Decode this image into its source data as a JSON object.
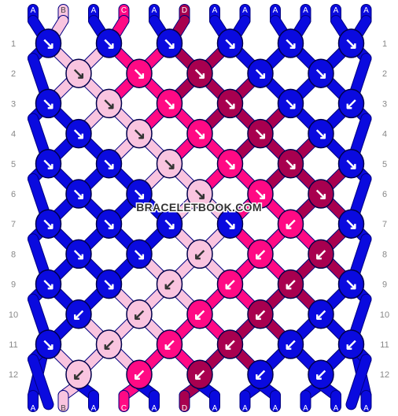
{
  "watermark": "BRACELETBOOK.COM",
  "pattern": {
    "rows": 12,
    "strings": 12,
    "top_labels": [
      "A",
      "B",
      "A",
      "C",
      "A",
      "D",
      "A",
      "A",
      "A",
      "A",
      "A",
      "A"
    ],
    "bottom_labels": [
      "A",
      "B",
      "A",
      "C",
      "A",
      "D",
      "A",
      "A",
      "A",
      "A",
      "A",
      "A"
    ],
    "row_numbers": [
      "1",
      "2",
      "3",
      "4",
      "5",
      "6",
      "7",
      "8",
      "9",
      "10",
      "11",
      "12"
    ],
    "colors": {
      "A": "#0a0adf",
      "B": "#f9c4df",
      "C": "#ff0a84",
      "D": "#a8004f"
    },
    "knots": [
      [
        "A",
        "A",
        "A",
        "A",
        "A",
        "A"
      ],
      [
        "B",
        "C",
        "D",
        "A",
        "A"
      ],
      [
        "A",
        "B",
        "C",
        "D",
        "A",
        "A"
      ],
      [
        "A",
        "B",
        "C",
        "D",
        "A"
      ],
      [
        "A",
        "A",
        "B",
        "C",
        "D",
        "A"
      ],
      [
        "A",
        "A",
        "B",
        "C",
        "D"
      ],
      [
        "A",
        "A",
        "A",
        "A",
        "C",
        "A"
      ],
      [
        "A",
        "A",
        "B",
        "C",
        "D"
      ],
      [
        "A",
        "A",
        "B",
        "C",
        "D",
        "A"
      ],
      [
        "A",
        "B",
        "C",
        "D",
        "A"
      ],
      [
        "A",
        "B",
        "C",
        "D",
        "A",
        "A"
      ],
      [
        "B",
        "C",
        "D",
        "A",
        "A"
      ]
    ],
    "arrows": [
      [
        "↘",
        "↘",
        "↘",
        "↘",
        "↘",
        "↘"
      ],
      [
        "↘",
        "↘",
        "↘",
        "↘",
        "↘"
      ],
      [
        "↘",
        "↘",
        "↘",
        "↘",
        "↘",
        "↙"
      ],
      [
        "↘",
        "↘",
        "↘",
        "↘",
        "↘"
      ],
      [
        "↘",
        "↘",
        "↘",
        "↘",
        "↘",
        "↘"
      ],
      [
        "↘",
        "↘",
        "↘",
        "↘",
        "↘"
      ],
      [
        "↘",
        "↘",
        "↘",
        "↘",
        "↙",
        "↘"
      ],
      [
        "↘",
        "↘",
        "↙",
        "↙",
        "↙"
      ],
      [
        "↘",
        "↘",
        "↙",
        "↙",
        "↙",
        "↘"
      ],
      [
        "↙",
        "↙",
        "↙",
        "↙",
        "↙"
      ],
      [
        "↘",
        "↙",
        "↙",
        "↙",
        "↙",
        "↙"
      ],
      [
        "↙",
        "↙",
        "↙",
        "↙",
        "↙"
      ]
    ]
  }
}
